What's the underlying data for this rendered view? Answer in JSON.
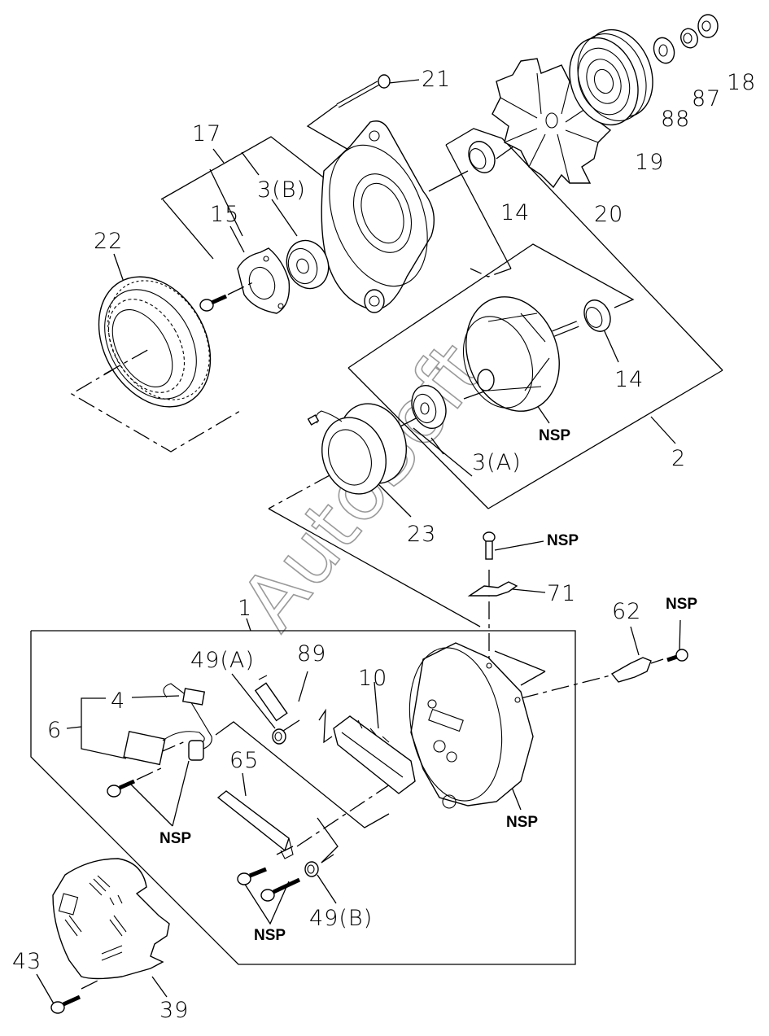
{
  "diagram": {
    "title": "Alternator exploded view",
    "watermark": "AutoSoft",
    "labels": {
      "p21": "21",
      "p18": "18",
      "p87": "87",
      "p88": "88",
      "p19": "19",
      "p20": "20",
      "p14_top": "14",
      "p17": "17",
      "p3b": "3(B)",
      "p15": "15",
      "p22": "22",
      "p14_rotor": "14",
      "p2": "2",
      "p3a": "3(A)",
      "p23": "23",
      "p71": "71",
      "p62": "62",
      "p1": "1",
      "p49a": "49(A)",
      "p89": "89",
      "p10": "10",
      "p4": "4",
      "p6": "6",
      "p65": "65",
      "p49b": "49(B)",
      "p43": "43",
      "p39": "39"
    },
    "nsp": {
      "rotor": "NSP",
      "screw_71": "NSP",
      "screw_62": "NSP",
      "rear_frame": "NSP",
      "regulator": "NSP",
      "brush_screws": "NSP"
    }
  }
}
